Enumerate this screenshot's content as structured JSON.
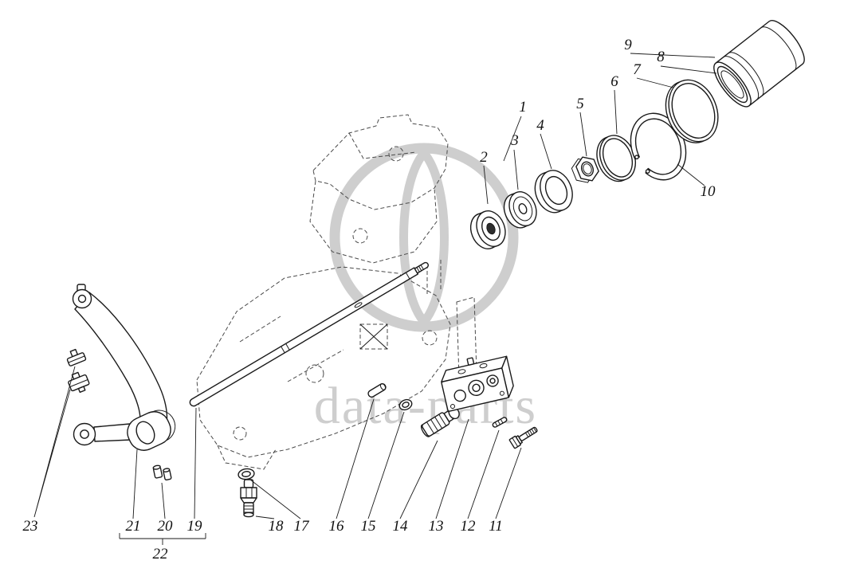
{
  "watermark": {
    "text": "data-parts",
    "color": "#c6c6c6"
  },
  "callouts": [
    {
      "label": "1"
    },
    {
      "label": "2"
    },
    {
      "label": "3"
    },
    {
      "label": "4"
    },
    {
      "label": "5"
    },
    {
      "label": "6"
    },
    {
      "label": "7"
    },
    {
      "label": "8"
    },
    {
      "label": "9"
    },
    {
      "label": "10"
    },
    {
      "label": "11"
    },
    {
      "label": "12"
    },
    {
      "label": "13"
    },
    {
      "label": "14"
    },
    {
      "label": "15"
    },
    {
      "label": "16"
    },
    {
      "label": "17"
    },
    {
      "label": "18"
    },
    {
      "label": "19"
    },
    {
      "label": "20"
    },
    {
      "label": "21"
    },
    {
      "label": "22"
    },
    {
      "label": "23"
    }
  ]
}
